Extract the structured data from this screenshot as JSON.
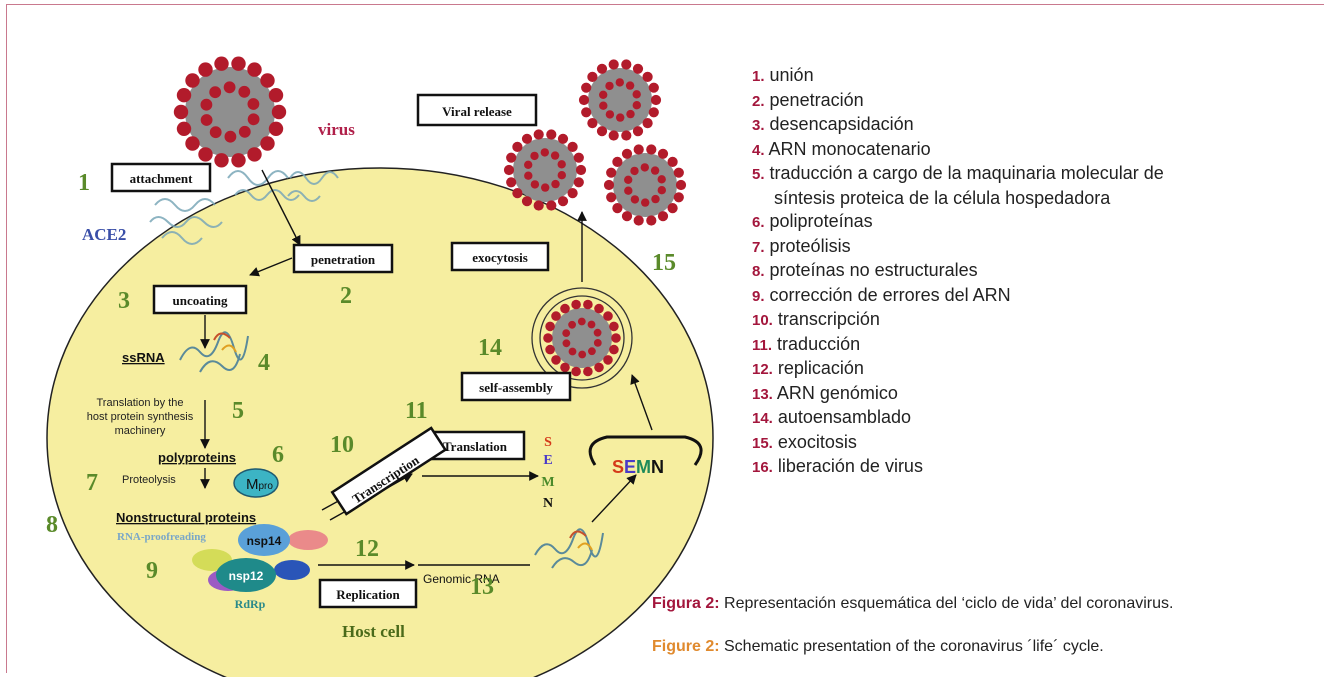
{
  "diagram": {
    "virus_label": "virus",
    "ace2": "ACE2",
    "host_cell": "Host cell",
    "steps": {
      "attachment": "attachment",
      "penetration": "penetration",
      "uncoating": "uncoating",
      "ssrna": "ssRNA",
      "translation_host_1": "Translation by the",
      "translation_host_2": "host protein synthesis",
      "translation_host_3": "machinery",
      "polyproteins": "polyproteins",
      "proteolysis": "Proteolysis",
      "mpro_m": "M",
      "mpro_sub": "pro",
      "nonstructural": "Nonstructural proteins",
      "rna_proofreading": "RNA-proofreading",
      "nsp14": "nsp14",
      "nsp12": "nsp12",
      "rdrp": "RdRp",
      "transcription": "Transcription",
      "translation": "Translation",
      "replication": "Replication",
      "genomic_rna": "Genomic RNA",
      "self_assembly": "self-assembly",
      "exocytosis": "exocytosis",
      "viral_release": "Viral release",
      "semn_s": "S",
      "semn_e": "E",
      "semn_m": "M",
      "semn_n": "N"
    },
    "numbers": [
      "1",
      "2",
      "3",
      "4",
      "5",
      "6",
      "7",
      "8",
      "9",
      "10",
      "11",
      "12",
      "13",
      "14",
      "15"
    ]
  },
  "legend": [
    {
      "num": "1.",
      "text": "unión"
    },
    {
      "num": "2.",
      "text": "penetración"
    },
    {
      "num": "3.",
      "text": "desencapsidación"
    },
    {
      "num": "4.",
      "text": "ARN monocatenario"
    },
    {
      "num": "5.",
      "text": "traducción a cargo de la maquinaria molecular de"
    },
    {
      "num": "",
      "text": "síntesis proteica de la célula hospedadora"
    },
    {
      "num": "6.",
      "text": "poliproteínas"
    },
    {
      "num": "7.",
      "text": "proteólisis"
    },
    {
      "num": "8.",
      "text": "proteínas no estructurales"
    },
    {
      "num": "9.",
      "text": "corrección de errores del ARN"
    },
    {
      "num": "10.",
      "text": "transcripción"
    },
    {
      "num": "11.",
      "text": "traducción"
    },
    {
      "num": "12.",
      "text": "replicación"
    },
    {
      "num": "13.",
      "text": "ARN genómico"
    },
    {
      "num": "14.",
      "text": "autoensamblado"
    },
    {
      "num": "15.",
      "text": "exocitosis"
    },
    {
      "num": "16.",
      "text": "liberación de virus"
    }
  ],
  "captions": {
    "es_label": "Figura 2:",
    "es_text": " Representación esquemática del ‘ciclo de vida’ del coronavirus.",
    "en_label": "Figure 2:",
    "en_text": " Schematic presentation of the coronavirus ´life´ cycle."
  },
  "colors": {
    "cell_fill": "#f6eea0",
    "number_green": "#5a8a2a",
    "accent_crimson": "#a3163c",
    "accent_orange": "#e08a2e",
    "virus_red": "#b21b2b",
    "virus_grey": "#8f8f8f"
  }
}
